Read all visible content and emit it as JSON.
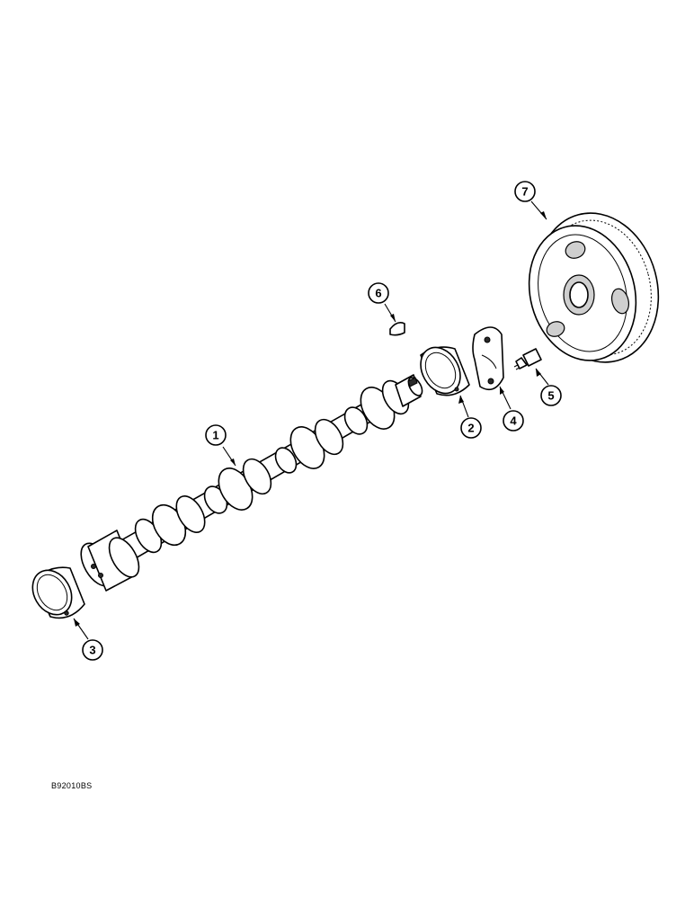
{
  "figure_code": "B92010BS",
  "callouts": [
    {
      "label": "1",
      "part": "camshaft"
    },
    {
      "label": "2",
      "part": "bearing-bushing-rear"
    },
    {
      "label": "3",
      "part": "bearing-bushing-front"
    },
    {
      "label": "4",
      "part": "thrust-plate"
    },
    {
      "label": "5",
      "part": "bolt"
    },
    {
      "label": "6",
      "part": "woodruff-key"
    },
    {
      "label": "7",
      "part": "camshaft-gear"
    }
  ]
}
